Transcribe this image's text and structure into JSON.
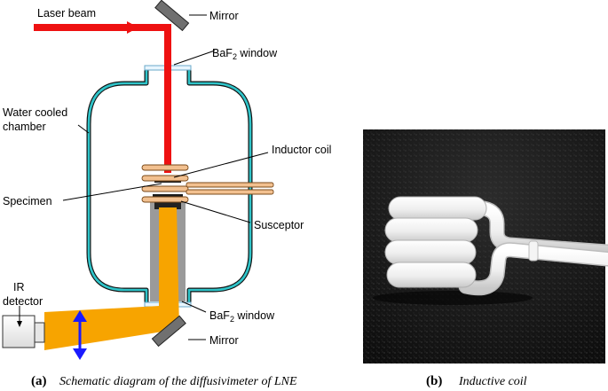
{
  "schematic": {
    "labels": {
      "laser_beam": "Laser beam",
      "mirror_top": "Mirror",
      "window_top_prefix": "BaF",
      "window_top_sub": "2",
      "window_top_suffix": " window",
      "chamber_line1": "Water cooled",
      "chamber_line2": "chamber",
      "inductor_coil": "Inductor coil",
      "specimen": "Specimen",
      "susceptor": "Susceptor",
      "ir_line1": "IR",
      "ir_line2": "detector",
      "window_bottom_prefix": "BaF",
      "window_bottom_sub": "2",
      "window_bottom_suffix": " window",
      "mirror_bottom": "Mirror"
    },
    "colors": {
      "laser": "#ee1111",
      "ir_beam": "#f7a400",
      "chamber": "#2fc4c9",
      "coil": "#f2c08f",
      "mirror": "#707070",
      "arrow": "#1a1aff"
    }
  },
  "captions": {
    "a_letter": "(a)",
    "a_text": "Schematic diagram of the diffusivimeter of LNE",
    "b_letter": "(b)",
    "b_text": "Inductive coil"
  }
}
